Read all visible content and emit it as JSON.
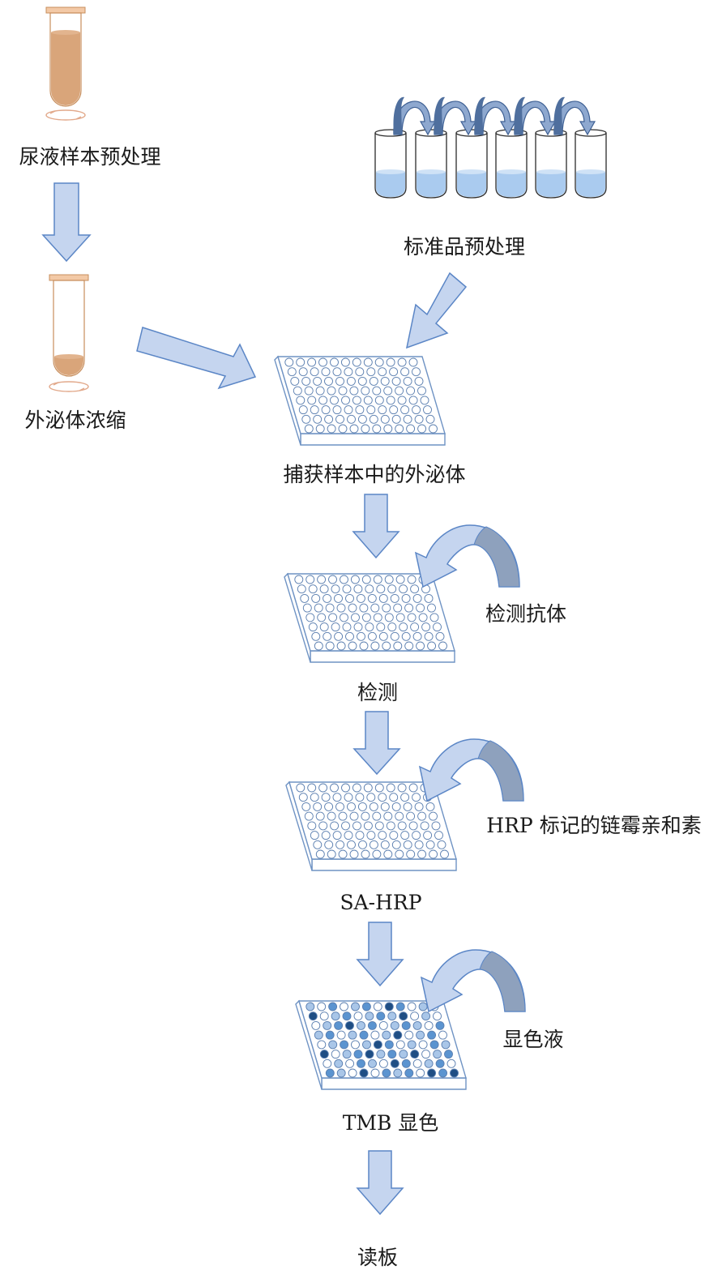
{
  "labels": {
    "urine_pretreatment": "尿液样本预处理",
    "standard_pretreatment": "标准品预处理",
    "exosome_concentration": "外泌体浓缩",
    "capture": "捕获样本中的外泌体",
    "detection_antibody": "检测抗体",
    "detection": "检测",
    "hrp_streptavidin": "HRP 标记的链霉亲和素",
    "sa_hrp": "SA-HRP",
    "substrate": "显色液",
    "tmb": "TMB 显色",
    "read_plate": "读板"
  },
  "colors": {
    "arrow_fill": "#c5d5ef",
    "arrow_stroke": "#5b86c6",
    "curve_dark": "#8ea1bd",
    "tube_fill": "#d9a57a",
    "tube_stroke": "#c78e5c",
    "liquid": "#aacbef",
    "well_light": "#a9c6e8",
    "well_mid": "#5b94d0",
    "well_dark": "#1f4e84"
  },
  "plate_grid": {
    "rows": 8,
    "cols": 12
  },
  "tmb_well_pattern": [
    "LwMwLMwDMwLw",
    "DwLMwLMLDwLw",
    "wLMDLMwLMLwM",
    "LMwLMwLDwLMw",
    "wLMwLDMwLwML",
    "DwLMDLMLDwLM",
    "wLwMLwDMwLMw",
    "MLwDwMLMwDMD"
  ]
}
